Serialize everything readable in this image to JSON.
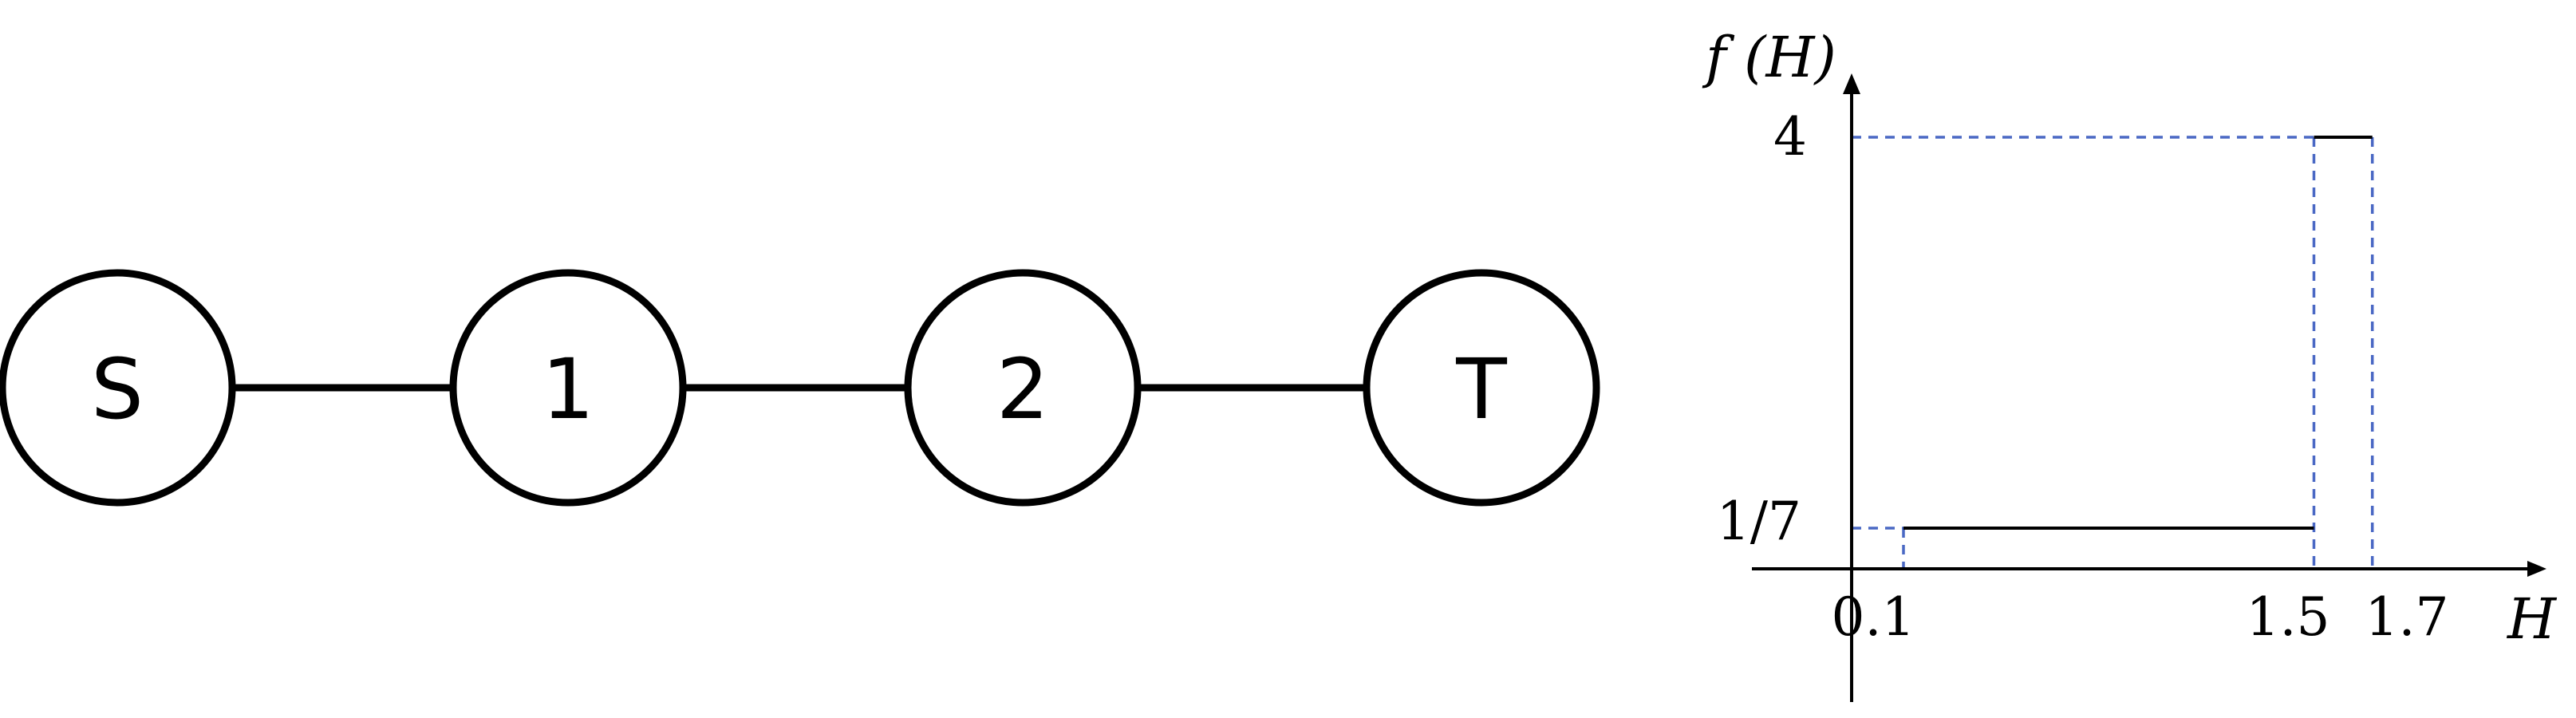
{
  "flow": {
    "nodes": [
      {
        "id": "S",
        "label": "S"
      },
      {
        "id": "1",
        "label": "1"
      },
      {
        "id": "2",
        "label": "2"
      },
      {
        "id": "T",
        "label": "T"
      }
    ],
    "edges": [
      {
        "from": "S",
        "to": "1"
      },
      {
        "from": "1",
        "to": "2"
      },
      {
        "from": "2",
        "to": "T"
      }
    ]
  },
  "density": {
    "y_axis_label": "f (H)",
    "x_axis_label": "H",
    "x_ticks": [
      "0.1",
      "1.5",
      "1.7"
    ],
    "y_ticks": [
      "1/7",
      "4"
    ],
    "colors": {
      "curve": "#000000",
      "guides": "#4a68c4"
    }
  },
  "chart_data": {
    "type": "line",
    "xlabel": "H",
    "ylabel": "f (H)",
    "series": [
      {
        "x": [
          0.1,
          1.5
        ],
        "y": [
          0.142857,
          0.142857
        ]
      },
      {
        "x": [
          1.5,
          1.7
        ],
        "y": [
          4,
          4
        ]
      }
    ],
    "x_ticks": [
      0.1,
      1.5,
      1.7
    ],
    "y_ticks": [
      0.142857,
      4
    ],
    "grid": false
  }
}
